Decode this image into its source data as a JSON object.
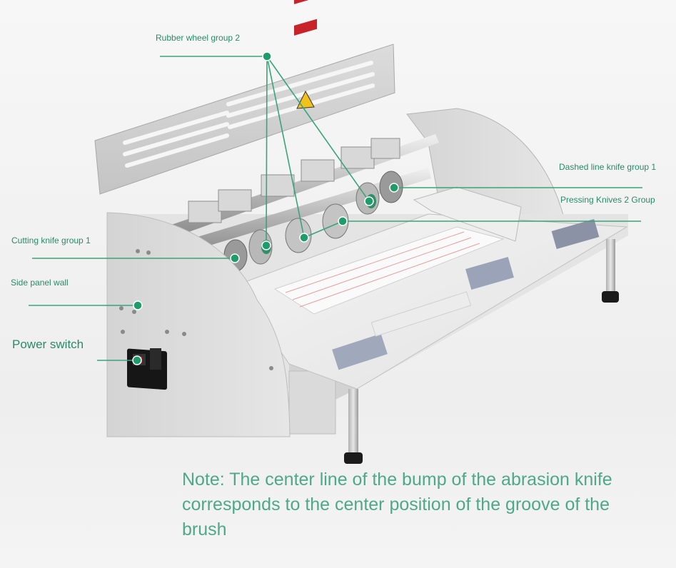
{
  "labels": {
    "rubber_wheel_group_2": "Rubber wheel group 2",
    "dashed_line_knife_group_1": "Dashed line knife group 1",
    "pressing_knives_2_group": "Pressing Knives 2 Group",
    "cutting_knife_group_1": "Cutting knife group 1",
    "side_panel_wall": "Side panel wall",
    "power_switch": "Power switch"
  },
  "note": "Note: The center line of the bump of the abrasion knife corresponds to the center position of the groove of the brush",
  "colors": {
    "label_text": "#2a8a6a",
    "leader_line": "#3aa37a",
    "marker": "#1f9c6c",
    "note_text": "#4ea88a",
    "warning_red": "#c8222a",
    "warning_yellow": "#f2c21b"
  }
}
